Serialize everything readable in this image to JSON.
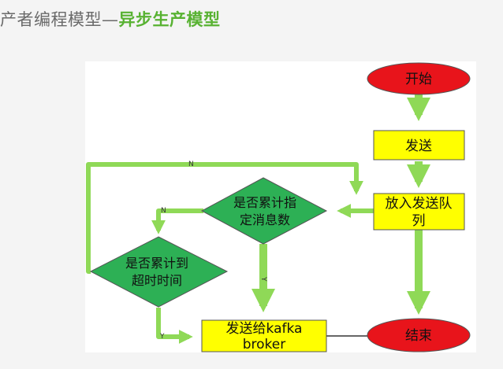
{
  "header": {
    "title_prefix": "产者编程模型—",
    "title_accent": "异步生产模型"
  },
  "colors": {
    "start_end_fill": "#e8141b",
    "process_fill": "#ffff00",
    "decision_fill": "#2db055",
    "arrow": "#8fd957",
    "accent_text": "#58b232"
  },
  "diagram": {
    "start": "开始",
    "send": "发送",
    "queue_line1": "放入发送队",
    "queue_line2": "列",
    "count_decision_line1": "是否累计指",
    "count_decision_line2": "定消息数",
    "timeout_decision_line1": "是否累计到",
    "timeout_decision_line2": "超时时间",
    "kafka_line1": "发送给kafka",
    "kafka_line2": "broker",
    "end": "结束",
    "edge_n_top": "N",
    "edge_n_mid": "N",
    "edge_y_mid": "Y",
    "edge_y_bottom": "Y"
  }
}
